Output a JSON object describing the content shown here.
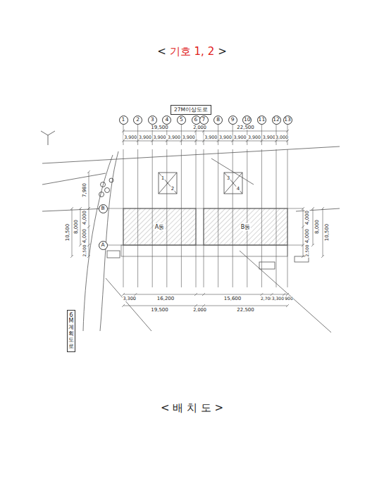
{
  "diagram": {
    "title": "기호 1, 2",
    "caption": "< 배 치 도 >",
    "nodes": [
      {
        "text": [
          "27M이상도로"
        ]
      },
      {
        "text": [
          "1"
        ]
      },
      {
        "text": [
          "2"
        ]
      },
      {
        "text": [
          "3"
        ]
      },
      {
        "text": [
          "4"
        ]
      },
      {
        "text": [
          "5"
        ]
      },
      {
        "text": [
          "6"
        ]
      },
      {
        "text": [
          "7"
        ]
      },
      {
        "text": [
          "8"
        ]
      },
      {
        "text": [
          "9"
        ]
      },
      {
        "text": [
          "10"
        ]
      },
      {
        "text": [
          "11"
        ]
      },
      {
        "text": [
          "12"
        ]
      },
      {
        "text": [
          "13"
        ]
      },
      {
        "text": [
          "B"
        ]
      },
      {
        "text": [
          "A"
        ]
      },
      {
        "text": [
          "A동"
        ]
      },
      {
        "text": [
          "B동"
        ]
      },
      {
        "text": [
          "6M계획도로"
        ]
      }
    ],
    "labels": [
      "<",
      ">",
      "19,500",
      "2,000",
      "22,500",
      "3,900",
      "3,900",
      "3,900",
      "3,900",
      "3,900",
      "3,900",
      "3,900",
      "3,900",
      "3,900",
      "3,900",
      "3,000",
      "1",
      "2",
      "3",
      "4",
      "7,980",
      "4,000",
      "4,000",
      "8,000",
      "10,500",
      "2,500",
      "4,000",
      "4,000",
      "8,000",
      "10,500",
      "2,500",
      "3,300",
      "16,200",
      "15,600",
      "2,700",
      "3,300",
      "900",
      "19,500",
      "2,000",
      "22,500"
    ]
  }
}
